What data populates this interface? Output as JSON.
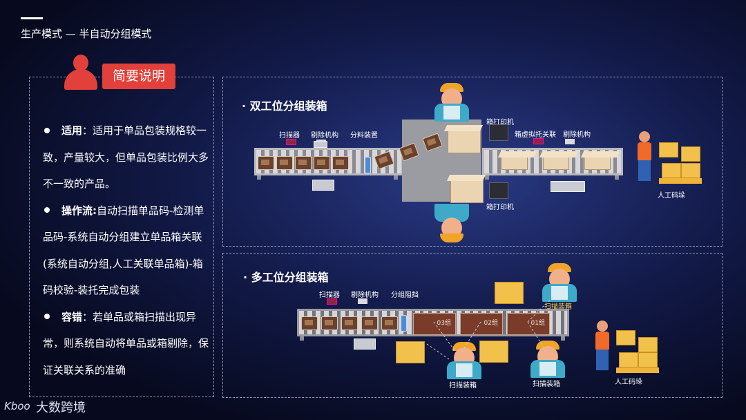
{
  "page_title": "生产模式 — 半自动分组模式",
  "left_panel": {
    "badge": "简要说明",
    "bullets": [
      {
        "key": "适用",
        "sep": "：",
        "text": "适用于单品包装规格较一致，产量较大，但单品包装比例大多不一致的产品。"
      },
      {
        "key": "操作流:",
        "sep": "",
        "text": "自动扫描单品码-检测单品码-系统自动分组建立单品箱关联 (系统自动分组,人工关联单品箱)-箱码校验-装托完成包装"
      },
      {
        "key": "容错",
        "sep": "：",
        "text": "若单品或箱扫描出现异常，则系统自动将单品或箱剔除，保证关联关系的准确"
      }
    ]
  },
  "dual": {
    "title": "· 双工位分组装箱",
    "labels": {
      "scanner": "扫描器",
      "rejector": "剔除机构",
      "sorter": "分料装置",
      "printer_top": "箱打印机",
      "virtual_pallet": "箱虚拟托关联",
      "rejector2": "剔除机构",
      "printer_bottom": "箱打印机",
      "stacking": "人工码垛"
    }
  },
  "multi": {
    "title": "· 多工位分组装箱",
    "labels": {
      "scanner": "扫描器",
      "rejector": "剔除机构",
      "stopper": "分组阻挡",
      "worker_top": "扫描装箱",
      "worker_b1": "扫描装箱",
      "worker_b2": "扫描装箱",
      "stacking": "人工码垛"
    },
    "groups": [
      "03组",
      "02组",
      "01组"
    ]
  },
  "logo": "大数跨境",
  "logo_mark": "Kboo"
}
